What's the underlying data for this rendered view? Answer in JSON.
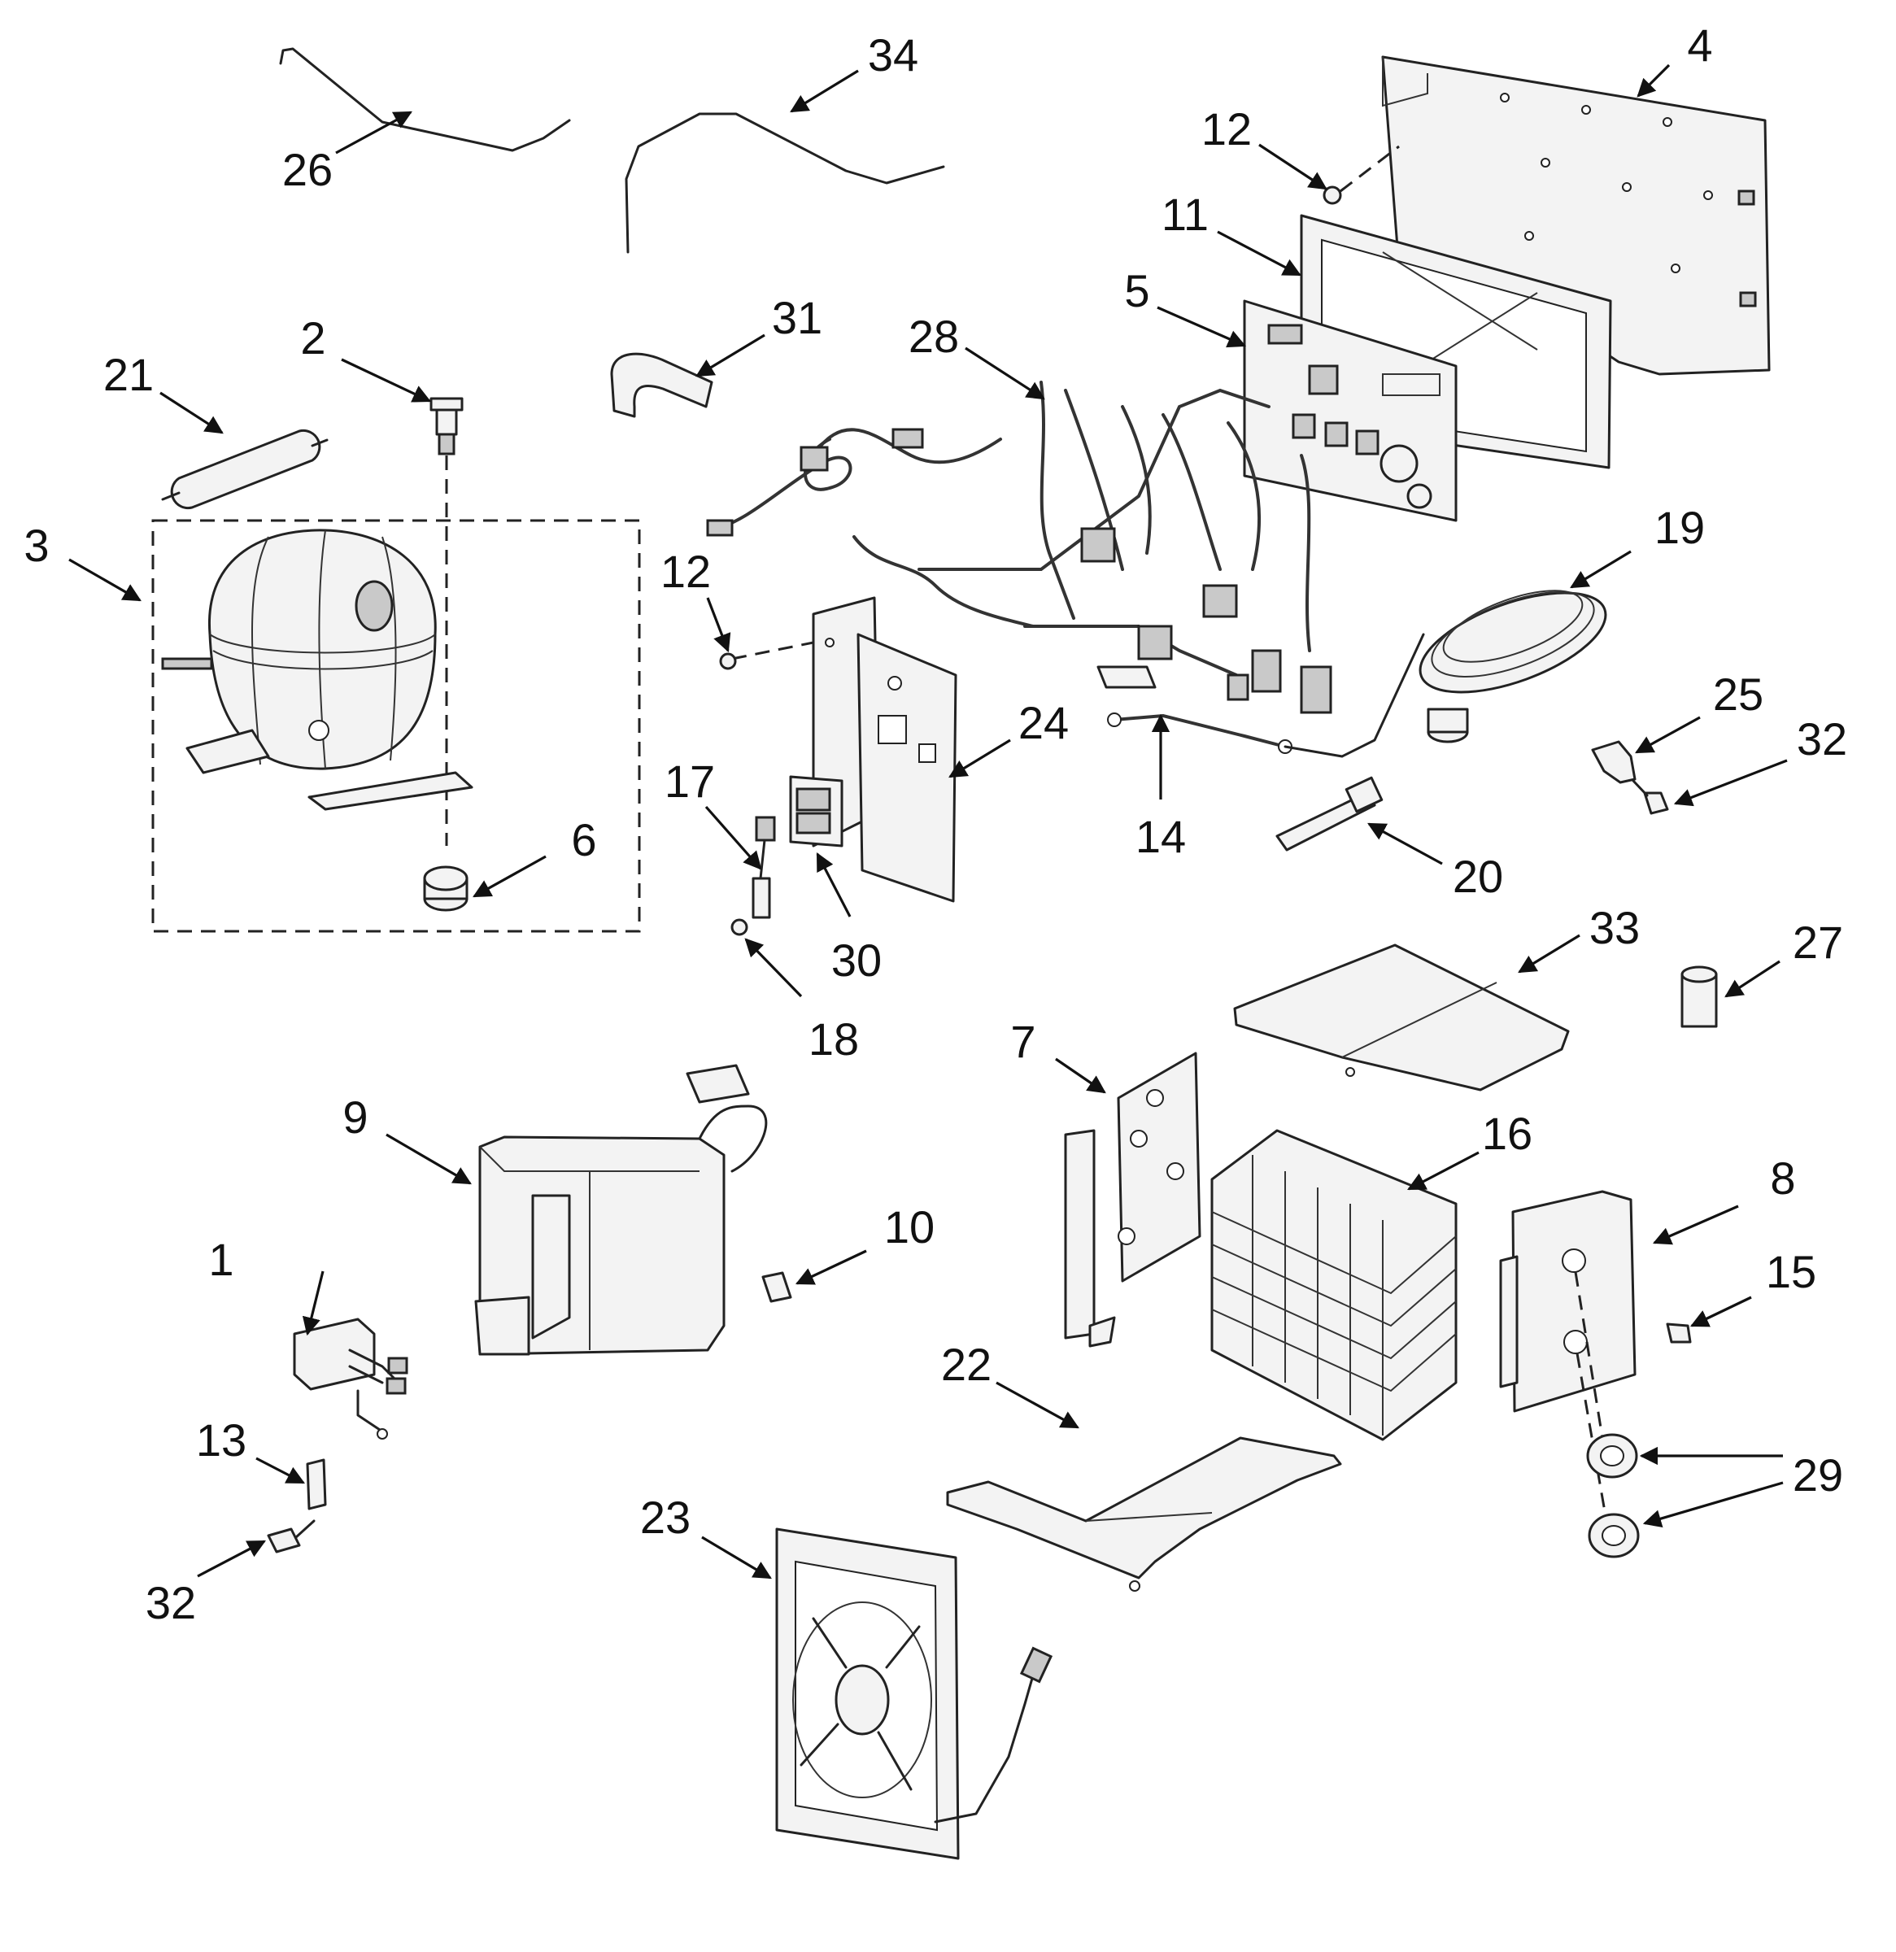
{
  "callouts": [
    {
      "id": "c1",
      "label": "1"
    },
    {
      "id": "c2",
      "label": "2"
    },
    {
      "id": "c3",
      "label": "3"
    },
    {
      "id": "c4",
      "label": "4"
    },
    {
      "id": "c5",
      "label": "5"
    },
    {
      "id": "c6",
      "label": "6"
    },
    {
      "id": "c7",
      "label": "7"
    },
    {
      "id": "c8",
      "label": "8"
    },
    {
      "id": "c9",
      "label": "9"
    },
    {
      "id": "c10",
      "label": "10"
    },
    {
      "id": "c11",
      "label": "11"
    },
    {
      "id": "c12a",
      "label": "12"
    },
    {
      "id": "c12b",
      "label": "12"
    },
    {
      "id": "c13",
      "label": "13"
    },
    {
      "id": "c14",
      "label": "14"
    },
    {
      "id": "c15",
      "label": "15"
    },
    {
      "id": "c16",
      "label": "16"
    },
    {
      "id": "c17",
      "label": "17"
    },
    {
      "id": "c18",
      "label": "18"
    },
    {
      "id": "c19",
      "label": "19"
    },
    {
      "id": "c20",
      "label": "20"
    },
    {
      "id": "c21",
      "label": "21"
    },
    {
      "id": "c22",
      "label": "22"
    },
    {
      "id": "c23",
      "label": "23"
    },
    {
      "id": "c24",
      "label": "24"
    },
    {
      "id": "c25",
      "label": "25"
    },
    {
      "id": "c26",
      "label": "26"
    },
    {
      "id": "c27",
      "label": "27"
    },
    {
      "id": "c28",
      "label": "28"
    },
    {
      "id": "c29",
      "label": "29"
    },
    {
      "id": "c30",
      "label": "30"
    },
    {
      "id": "c31",
      "label": "31"
    },
    {
      "id": "c32a",
      "label": "32"
    },
    {
      "id": "c32b",
      "label": "32"
    },
    {
      "id": "c33",
      "label": "33"
    },
    {
      "id": "c34",
      "label": "34"
    }
  ]
}
